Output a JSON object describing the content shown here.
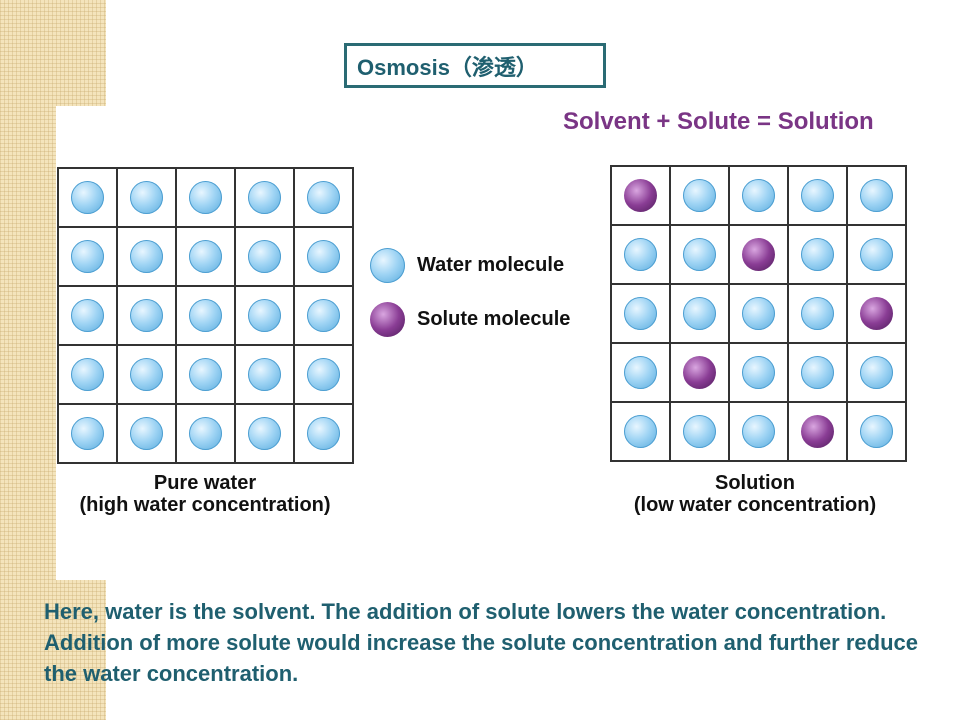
{
  "slide": {
    "title": "Osmosis（渗透）",
    "equation": "Solvent + Solute = Solution",
    "body_text": "Here, water is the solvent. The addition of solute lowers the water concentration. Addition of more solute would increase the solute concentration and further reduce the water concentration."
  },
  "legend": {
    "water_label": "Water molecule",
    "solute_label": "Solute molecule"
  },
  "pure_water": {
    "caption_line1": "Pure water",
    "caption_line2": "(high water concentration)",
    "grid": [
      [
        "water",
        "water",
        "water",
        "water",
        "water"
      ],
      [
        "water",
        "water",
        "water",
        "water",
        "water"
      ],
      [
        "water",
        "water",
        "water",
        "water",
        "water"
      ],
      [
        "water",
        "water",
        "water",
        "water",
        "water"
      ],
      [
        "water",
        "water",
        "water",
        "water",
        "water"
      ]
    ]
  },
  "solution": {
    "caption_line1": "Solution",
    "caption_line2": "(low water concentration)",
    "grid": [
      [
        "solute",
        "water",
        "water",
        "water",
        "water"
      ],
      [
        "water",
        "water",
        "solute",
        "water",
        "water"
      ],
      [
        "water",
        "water",
        "water",
        "water",
        "solute"
      ],
      [
        "water",
        "solute",
        "water",
        "water",
        "water"
      ],
      [
        "water",
        "water",
        "water",
        "solute",
        "water"
      ]
    ]
  },
  "colors": {
    "title_border": "#2a6b74",
    "title_text": "#1f5f6f",
    "equation_text": "#7a3585",
    "body_text": "#1f5f6f",
    "water_molecule": "#8ccbf0",
    "solute_molecule": "#7a3585"
  }
}
